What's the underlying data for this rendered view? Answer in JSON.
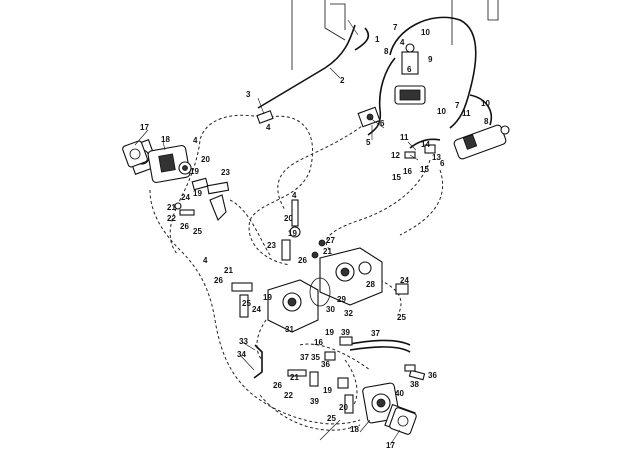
{
  "diagram": {
    "callouts": [
      {
        "id": "c1",
        "text": "1"
      },
      {
        "id": "c2",
        "text": "2"
      },
      {
        "id": "c3",
        "text": "3"
      },
      {
        "id": "c4a",
        "text": "4"
      },
      {
        "id": "c5",
        "text": "5"
      },
      {
        "id": "c6a",
        "text": "6"
      },
      {
        "id": "c7a",
        "text": "7"
      },
      {
        "id": "c8a",
        "text": "8"
      },
      {
        "id": "c9",
        "text": "9"
      },
      {
        "id": "c10a",
        "text": "10"
      },
      {
        "id": "c6b",
        "text": "6"
      },
      {
        "id": "c4b",
        "text": "4"
      },
      {
        "id": "c7b",
        "text": "7"
      },
      {
        "id": "c11a",
        "text": "11"
      },
      {
        "id": "c10b",
        "text": "10"
      },
      {
        "id": "c10c",
        "text": "10"
      },
      {
        "id": "c8b",
        "text": "8"
      },
      {
        "id": "c17a",
        "text": "17"
      },
      {
        "id": "c18a",
        "text": "18"
      },
      {
        "id": "c4c",
        "text": "4"
      },
      {
        "id": "c20a",
        "text": "20"
      },
      {
        "id": "c19a",
        "text": "19"
      },
      {
        "id": "c23a",
        "text": "23"
      },
      {
        "id": "c11b",
        "text": "11"
      },
      {
        "id": "c14",
        "text": "14"
      },
      {
        "id": "c12",
        "text": "12"
      },
      {
        "id": "c13",
        "text": "13"
      },
      {
        "id": "c6c",
        "text": "6"
      },
      {
        "id": "c15a",
        "text": "15"
      },
      {
        "id": "c16a",
        "text": "16"
      },
      {
        "id": "c15b",
        "text": "15"
      },
      {
        "id": "c24a",
        "text": "24"
      },
      {
        "id": "c19b",
        "text": "19"
      },
      {
        "id": "c21a",
        "text": "21"
      },
      {
        "id": "c22a",
        "text": "22"
      },
      {
        "id": "c26a",
        "text": "26"
      },
      {
        "id": "c25a",
        "text": "25"
      },
      {
        "id": "c4d",
        "text": "4"
      },
      {
        "id": "c20b",
        "text": "20"
      },
      {
        "id": "c19c",
        "text": "19"
      },
      {
        "id": "c23b",
        "text": "23"
      },
      {
        "id": "c27",
        "text": "27"
      },
      {
        "id": "c21b",
        "text": "21"
      },
      {
        "id": "c26b",
        "text": "26"
      },
      {
        "id": "c28",
        "text": "28"
      },
      {
        "id": "c4e",
        "text": "4"
      },
      {
        "id": "c21c",
        "text": "21"
      },
      {
        "id": "c26c",
        "text": "26"
      },
      {
        "id": "c24b",
        "text": "24"
      },
      {
        "id": "c29",
        "text": "29"
      },
      {
        "id": "c31",
        "text": "31"
      },
      {
        "id": "c30",
        "text": "30"
      },
      {
        "id": "c32",
        "text": "32"
      },
      {
        "id": "c25b",
        "text": "25"
      },
      {
        "id": "c24c",
        "text": "24"
      },
      {
        "id": "c19d",
        "text": "19"
      },
      {
        "id": "c25c",
        "text": "25"
      },
      {
        "id": "c33",
        "text": "33"
      },
      {
        "id": "c34",
        "text": "34"
      },
      {
        "id": "c19e",
        "text": "19"
      },
      {
        "id": "c39a",
        "text": "39"
      },
      {
        "id": "c37a",
        "text": "37"
      },
      {
        "id": "c16b",
        "text": "16"
      },
      {
        "id": "c35",
        "text": "35"
      },
      {
        "id": "c36a",
        "text": "36"
      },
      {
        "id": "c37b",
        "text": "37"
      },
      {
        "id": "c26d",
        "text": "26"
      },
      {
        "id": "c21d",
        "text": "21"
      },
      {
        "id": "c36b",
        "text": "36"
      },
      {
        "id": "c38",
        "text": "38"
      },
      {
        "id": "c22b",
        "text": "22"
      },
      {
        "id": "c39b",
        "text": "39"
      },
      {
        "id": "c19f",
        "text": "19"
      },
      {
        "id": "c20c",
        "text": "20"
      },
      {
        "id": "c40",
        "text": "40"
      },
      {
        "id": "c25d",
        "text": "25"
      },
      {
        "id": "c18b",
        "text": "18"
      },
      {
        "id": "c17b",
        "text": "17"
      }
    ]
  }
}
